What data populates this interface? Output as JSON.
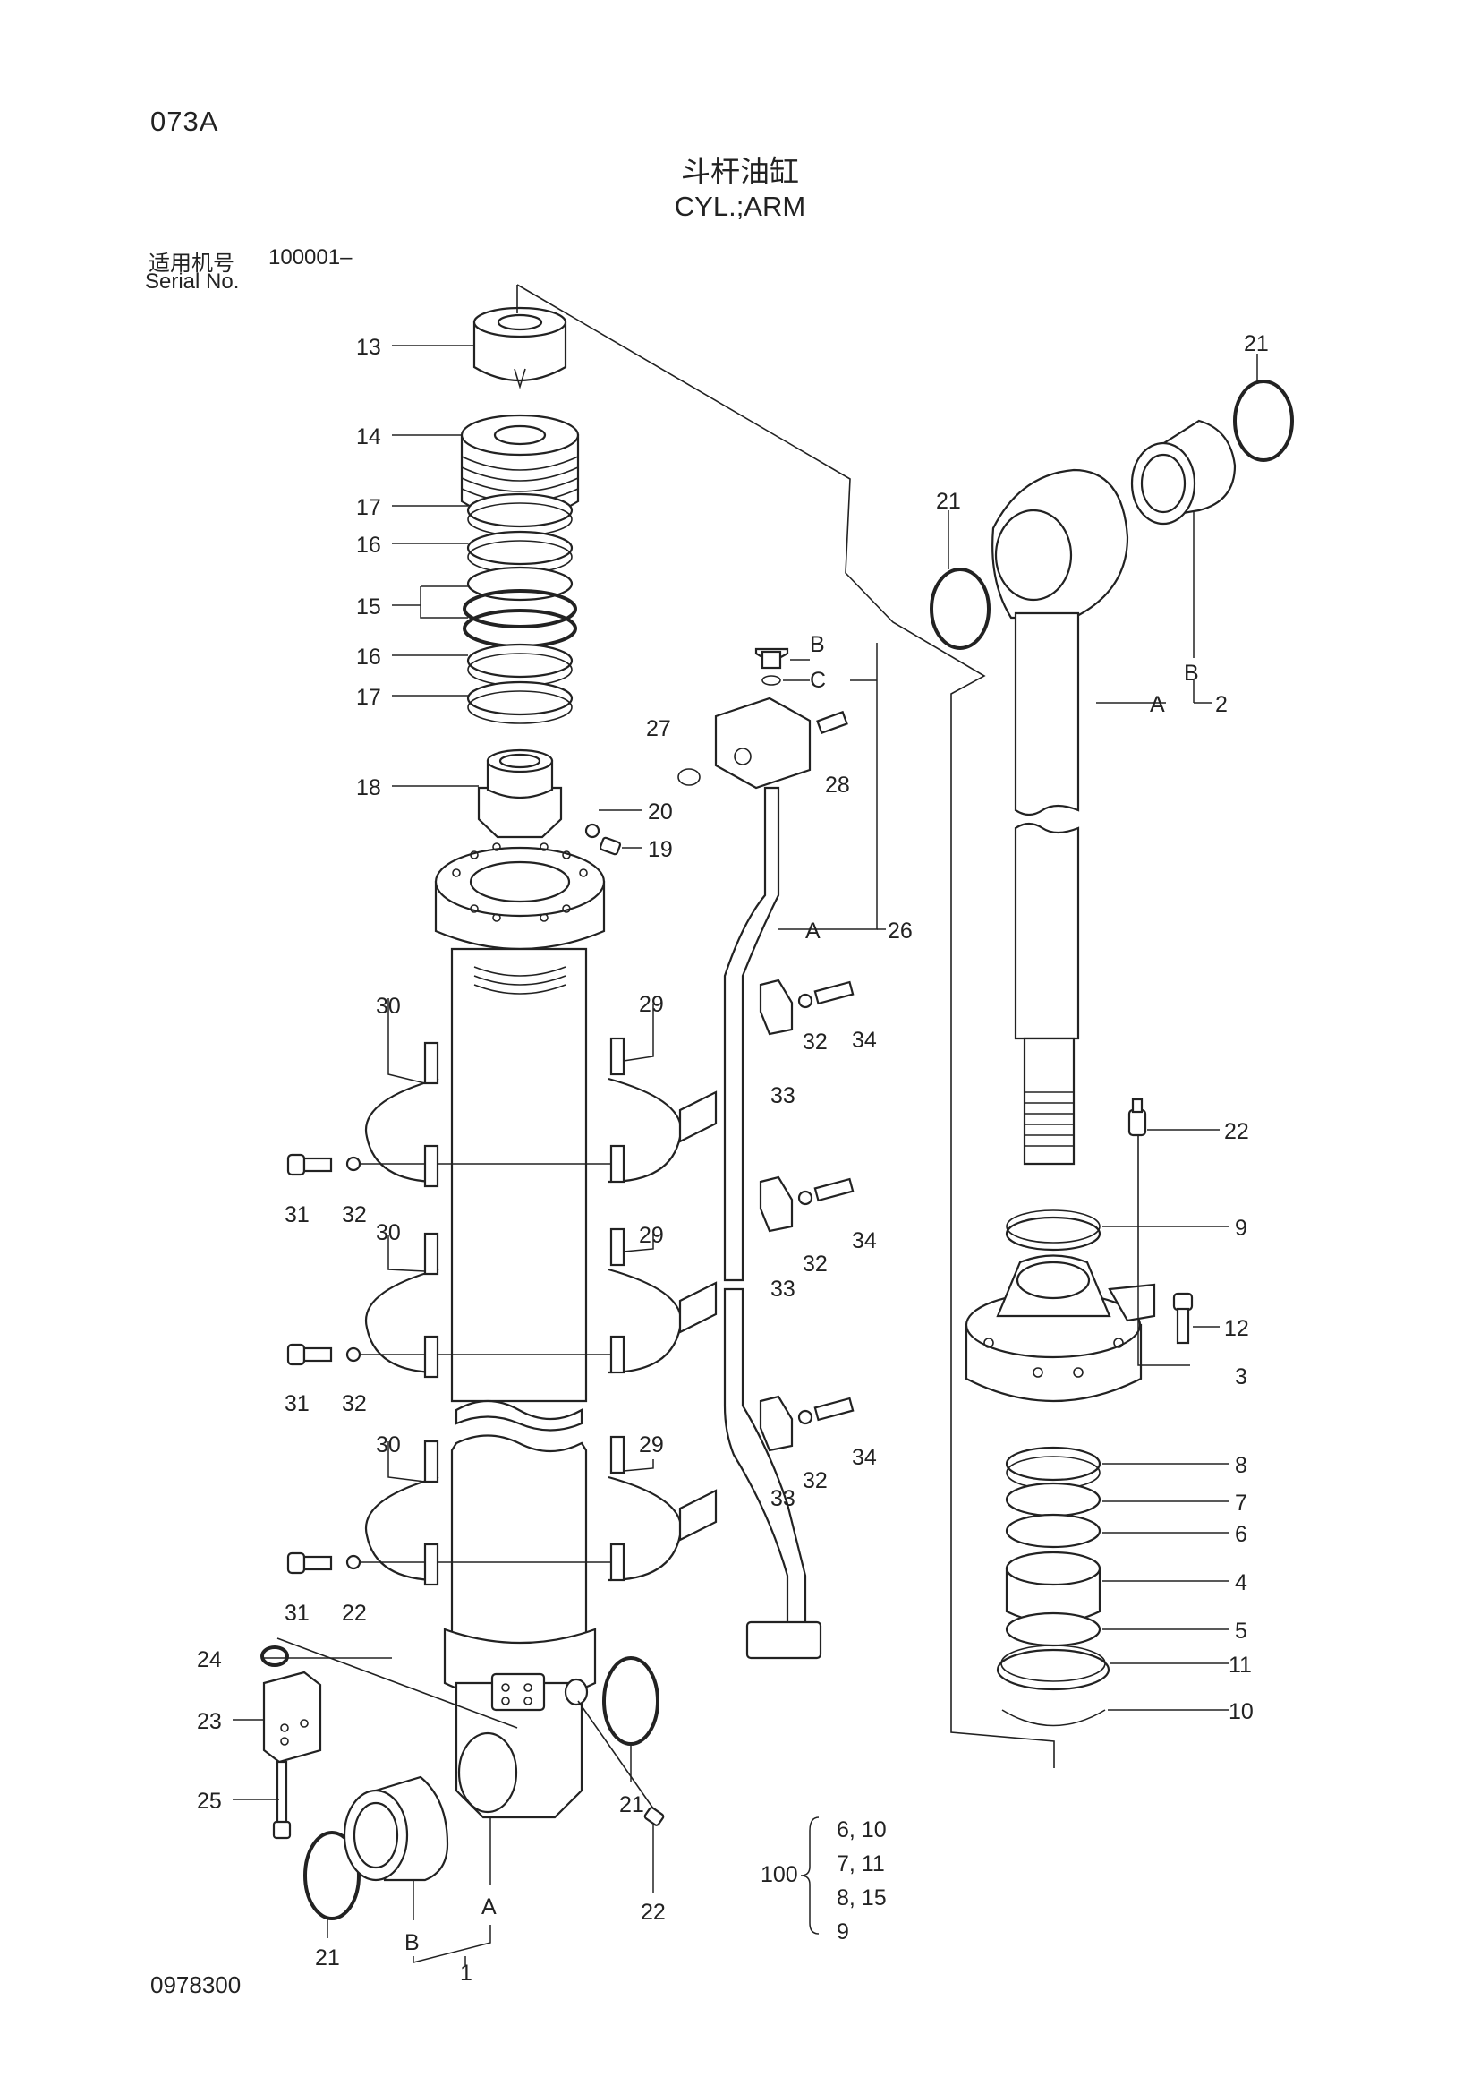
{
  "header": {
    "page_code": "073A",
    "title_cn": "斗杆油缸",
    "title_en": "CYL.;ARM",
    "serial_label_cn": "适用机号",
    "serial_value": "100001–",
    "serial_label_en": "Serial No."
  },
  "footer": {
    "drawing_number": "0978300"
  },
  "callouts": {
    "c1": "1",
    "c2": "2",
    "c3": "3",
    "c4": "4",
    "c5": "5",
    "c6": "6",
    "c7": "7",
    "c8": "8",
    "c9": "9",
    "c10": "10",
    "c11": "11",
    "c12": "12",
    "c13": "13",
    "c14": "14",
    "c15": "15",
    "c16a": "16",
    "c16b": "16",
    "c17a": "17",
    "c17b": "17",
    "c18": "18",
    "c19": "19",
    "c20": "20",
    "c21_a": "21",
    "c21_b": "21",
    "c21_c": "21",
    "c21_d": "21",
    "c22_a": "22",
    "c22_b": "22",
    "c22_c": "22",
    "c23": "23",
    "c24": "24",
    "c25": "25",
    "c26": "26",
    "c27": "27",
    "c28": "28",
    "c29_a": "29",
    "c29_b": "29",
    "c29_c": "29",
    "c30_a": "30",
    "c30_b": "30",
    "c30_c": "30",
    "c31_a": "31",
    "c31_b": "31",
    "c31_c": "31",
    "c32_a": "32",
    "c32_b": "32",
    "c32_c": "32",
    "c32_d": "32",
    "c32_e": "32",
    "c33_a": "33",
    "c33_b": "33",
    "c33_c": "33",
    "c34_a": "34",
    "c34_b": "34",
    "c34_c": "34",
    "lblA_rod": "A",
    "lblB_rod": "B",
    "lblA_pipe": "A",
    "lblB_pipe": "B",
    "lblC_pipe": "C",
    "lblA_tube": "A",
    "lblB_tube": "B"
  },
  "kit": {
    "number": "100",
    "rows": [
      "6,  10",
      "7,  11",
      "8,  15",
      "9"
    ]
  }
}
